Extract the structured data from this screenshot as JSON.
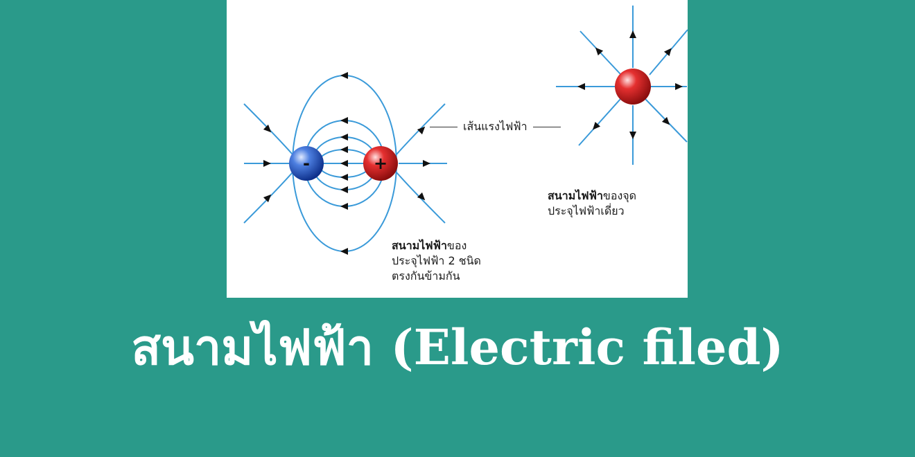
{
  "diagram": {
    "field_lines_label": "เส้นแรงไฟฟ้า",
    "dipole": {
      "negative_sign": "-",
      "positive_sign": "+",
      "caption_bold": "สนามไฟฟ้า",
      "caption_rest_line1": "ของ",
      "caption_line2": "ประจุไฟฟ้า 2 ชนิด",
      "caption_line3": "ตรงกันข้ามกัน"
    },
    "single_charge": {
      "caption_bold": "สนามไฟฟ้า",
      "caption_rest_line1": "ของจุด",
      "caption_line2": "ประจุไฟฟ้าเดี่ยว"
    },
    "colors": {
      "field_line": "#3a9ad9",
      "arrow": "#111111",
      "negative_charge": "#2255bb",
      "positive_charge": "#dd2222",
      "background": "#2a9a8a"
    }
  },
  "title": "สนามไฟฟ้า (Electric filed)"
}
